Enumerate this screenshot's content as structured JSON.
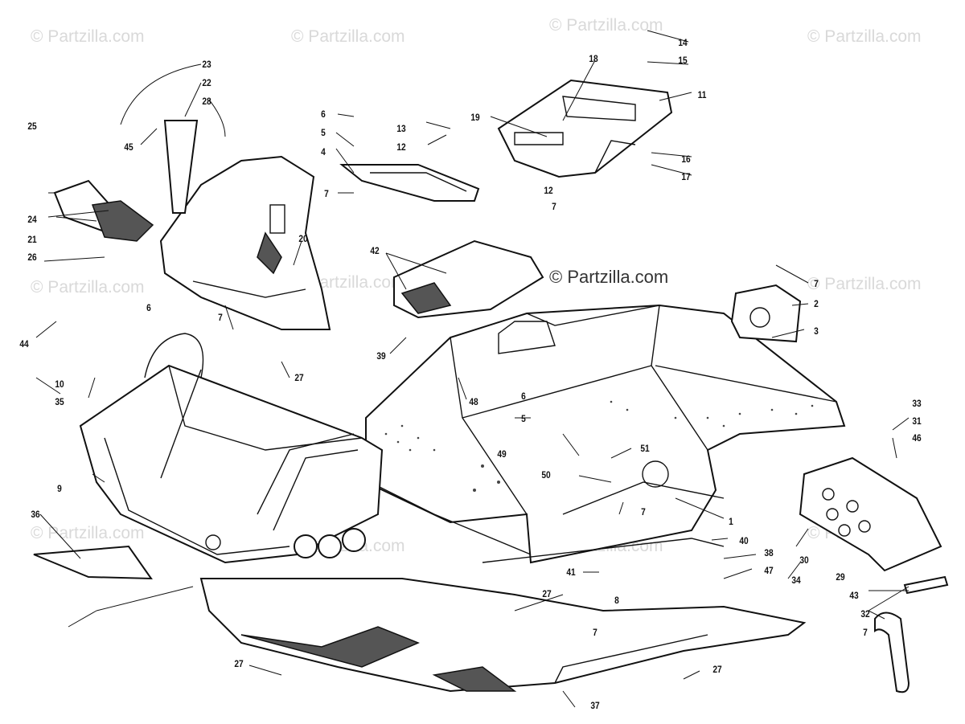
{
  "watermarks": {
    "text": "© Partzilla.com",
    "main_text": "© Partzilla.com"
  },
  "callouts": [
    {
      "id": "c1",
      "text": "1"
    },
    {
      "id": "c2",
      "text": "2"
    },
    {
      "id": "c3",
      "text": "3"
    },
    {
      "id": "c4",
      "text": "4"
    },
    {
      "id": "c5a",
      "text": "5"
    },
    {
      "id": "c5b",
      "text": "5"
    },
    {
      "id": "c6a",
      "text": "6"
    },
    {
      "id": "c6b",
      "text": "6"
    },
    {
      "id": "c6c",
      "text": "6"
    },
    {
      "id": "c7a",
      "text": "7"
    },
    {
      "id": "c7b",
      "text": "7"
    },
    {
      "id": "c7c",
      "text": "7"
    },
    {
      "id": "c7d",
      "text": "7"
    },
    {
      "id": "c7e",
      "text": "7"
    },
    {
      "id": "c7f",
      "text": "7"
    },
    {
      "id": "c7g",
      "text": "7"
    },
    {
      "id": "c8",
      "text": "8"
    },
    {
      "id": "c9",
      "text": "9"
    },
    {
      "id": "c10",
      "text": "10"
    },
    {
      "id": "c11",
      "text": "11"
    },
    {
      "id": "c12a",
      "text": "12"
    },
    {
      "id": "c12b",
      "text": "12"
    },
    {
      "id": "c13",
      "text": "13"
    },
    {
      "id": "c14",
      "text": "14"
    },
    {
      "id": "c15",
      "text": "15"
    },
    {
      "id": "c16",
      "text": "16"
    },
    {
      "id": "c17",
      "text": "17"
    },
    {
      "id": "c18",
      "text": "18"
    },
    {
      "id": "c19",
      "text": "19"
    },
    {
      "id": "c20",
      "text": "20"
    },
    {
      "id": "c21",
      "text": "21"
    },
    {
      "id": "c22",
      "text": "22"
    },
    {
      "id": "c23",
      "text": "23"
    },
    {
      "id": "c24",
      "text": "24"
    },
    {
      "id": "c25",
      "text": "25"
    },
    {
      "id": "c26",
      "text": "26"
    },
    {
      "id": "c27a",
      "text": "27"
    },
    {
      "id": "c27b",
      "text": "27"
    },
    {
      "id": "c27c",
      "text": "27"
    },
    {
      "id": "c27d",
      "text": "27"
    },
    {
      "id": "c28",
      "text": "28"
    },
    {
      "id": "c29",
      "text": "29"
    },
    {
      "id": "c30",
      "text": "30"
    },
    {
      "id": "c31",
      "text": "31"
    },
    {
      "id": "c32",
      "text": "32"
    },
    {
      "id": "c33",
      "text": "33"
    },
    {
      "id": "c34",
      "text": "34"
    },
    {
      "id": "c35",
      "text": "35"
    },
    {
      "id": "c36",
      "text": "36"
    },
    {
      "id": "c37",
      "text": "37"
    },
    {
      "id": "c38",
      "text": "38"
    },
    {
      "id": "c39",
      "text": "39"
    },
    {
      "id": "c40",
      "text": "40"
    },
    {
      "id": "c41",
      "text": "41"
    },
    {
      "id": "c42",
      "text": "42"
    },
    {
      "id": "c43",
      "text": "43"
    },
    {
      "id": "c44",
      "text": "44"
    },
    {
      "id": "c45",
      "text": "45"
    },
    {
      "id": "c46",
      "text": "46"
    },
    {
      "id": "c47",
      "text": "47"
    },
    {
      "id": "c48",
      "text": "48"
    },
    {
      "id": "c49",
      "text": "49"
    },
    {
      "id": "c50",
      "text": "50"
    },
    {
      "id": "c51",
      "text": "51"
    }
  ]
}
